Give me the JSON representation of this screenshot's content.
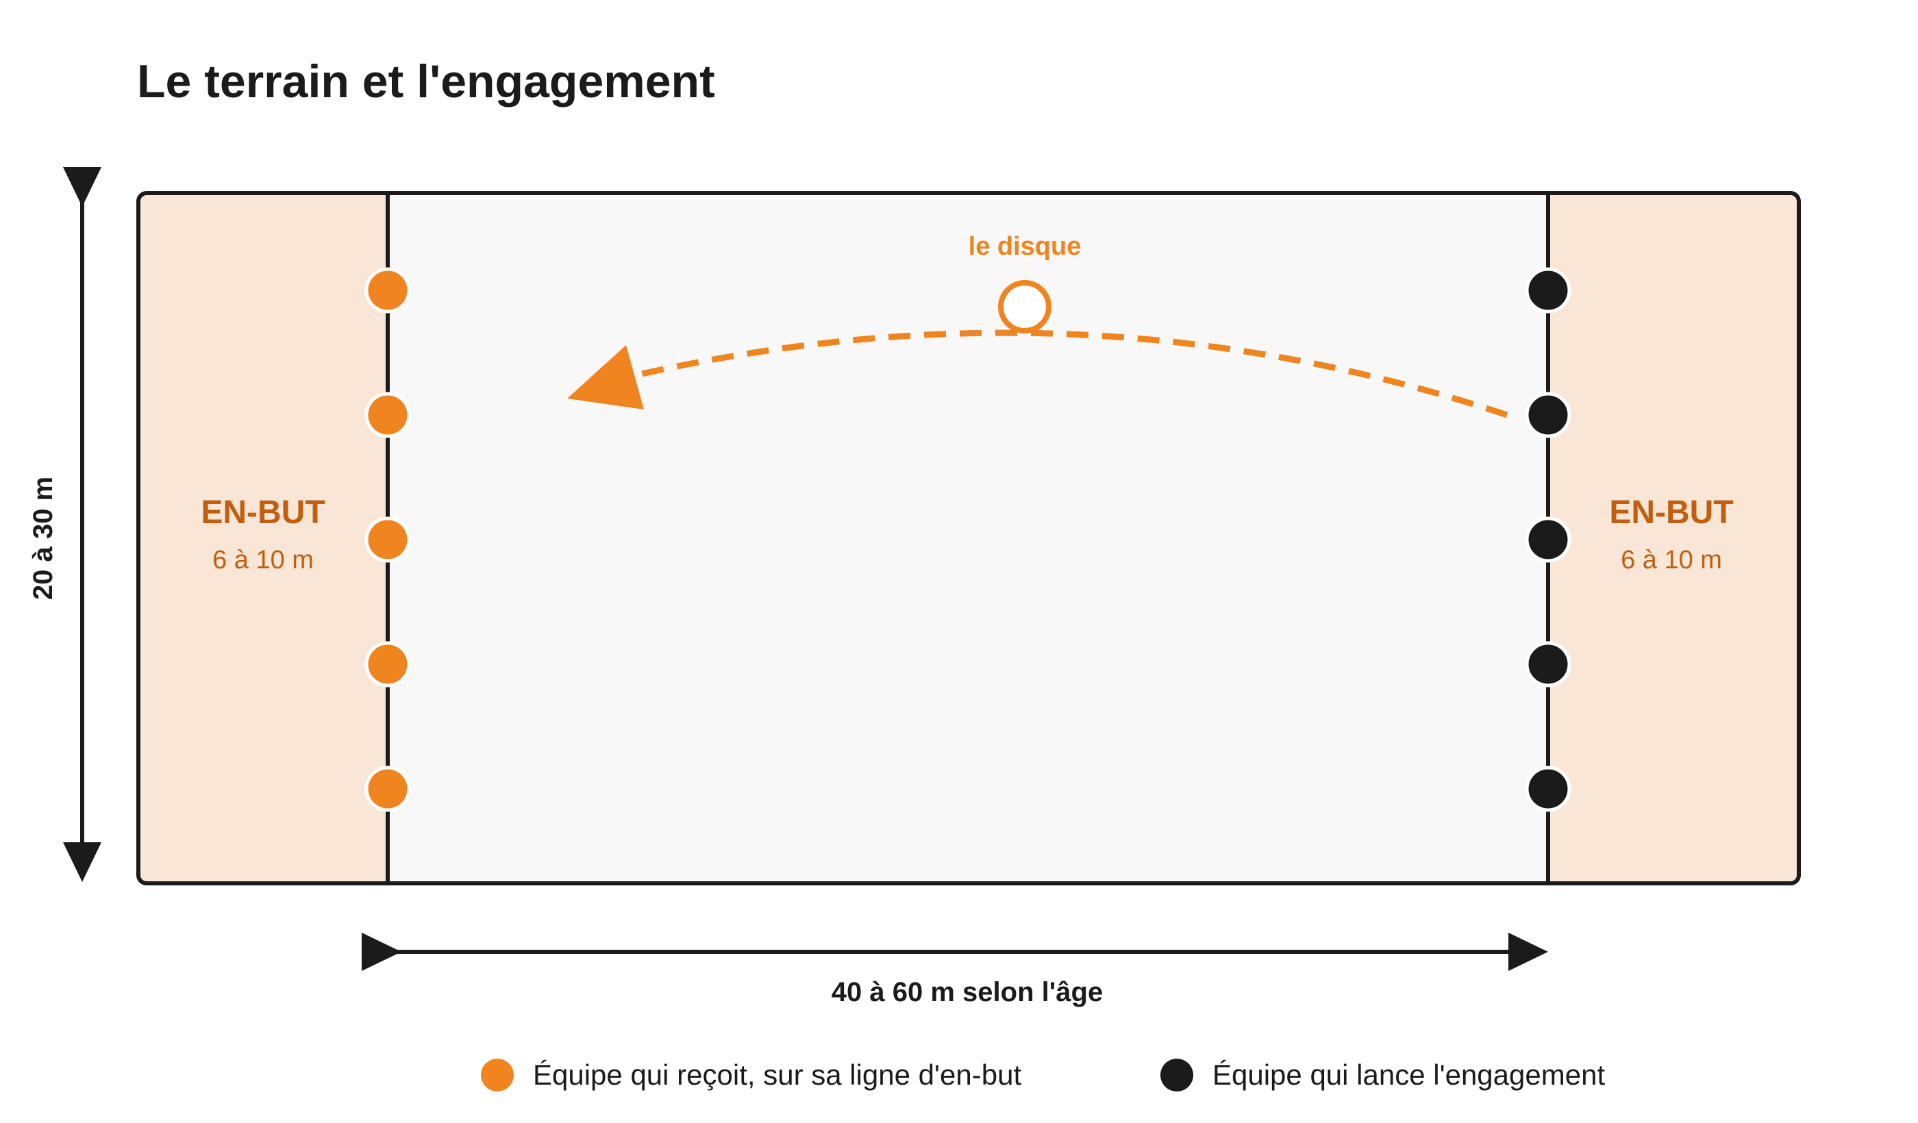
{
  "title": "Le terrain et l'engagement",
  "colors": {
    "field": "#f8f8f8",
    "endzone": "#f9e6d7",
    "line": "#1b1b1b",
    "receiving_team": "#f0841e",
    "kicking_team": "#1b1b1b",
    "endzone_text": "#c15f0e"
  },
  "endzones": {
    "left": {
      "label": "EN-BUT",
      "size": "6 à 10 m"
    },
    "right": {
      "label": "EN-BUT",
      "size": "6 à 10 m"
    }
  },
  "disc": {
    "label": "le disque",
    "icon": "disc-icon"
  },
  "players": {
    "receiving_count": 5,
    "kicking_count": 5
  },
  "dimensions": {
    "width_label": "20 à 30 m",
    "length_label": "40 à 60 m selon l'âge"
  },
  "legend": [
    {
      "label": "Équipe qui reçoit, sur sa ligne d'en-but",
      "color": "#f0841e"
    },
    {
      "label": "Équipe qui lance l'engagement",
      "color": "#1b1b1b"
    }
  ]
}
